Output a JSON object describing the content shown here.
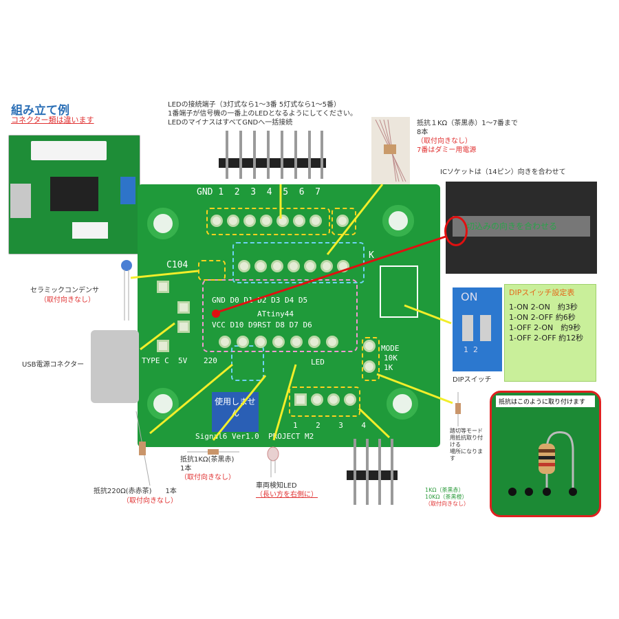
{
  "header": {
    "title": "組み立て例",
    "subtitle": "コネクター類は違います"
  },
  "callouts": {
    "led_terminal": [
      "LEDの接続端子（3灯式なら1〜3番 5灯式なら1〜5番）",
      "1番端子が信号機の一番上のLEDとなるようにしてください。",
      "LEDのマイナスはすべてGNDへ一括接続"
    ],
    "resistor_1k_7": [
      "抵抗１KΩ（茶黒赤）1〜7番まで",
      "8本"
    ],
    "resistor_1k_7_note": [
      "（取付向きなし）",
      "7番はダミー用電源"
    ],
    "ic_socket": "ICソケットは（14ピン）向きを合わせて",
    "ic_notch": "切込みの向きを合わせる",
    "ceramic_cap": "セラミックコンデンサ",
    "ceramic_cap_note": "（取付向きなし）",
    "usb_connector": "USB電源コネクター",
    "resistor_1k_single": [
      "抵抗1KΩ(茶黒赤)",
      "1本"
    ],
    "resistor_1k_single_note": "（取付向きなし）",
    "resistor_220": "抵抗220Ω(赤赤茶)　　1本",
    "resistor_220_note": "（取付向きなし）",
    "detect_led": "車両検知LED",
    "detect_led_note": "（長い方を右側に）",
    "dip_switch": "DIPスイッチ",
    "mode_resistor": [
      "踏切等モード",
      "用抵抗取り付",
      "ける",
      "場所になりま",
      "す"
    ],
    "mode_resistor_values": [
      "1KΩ（茶黒赤）",
      "10KΩ（茶黒橙）"
    ],
    "mode_resistor_note": "（取付向きなし）",
    "resistor_install_note": "抵抗はこのように取り付けます"
  },
  "dip_table": {
    "title": "DIPスイッチ設定表",
    "rows": [
      "1-ON  2-ON　約3秒",
      "1-ON  2-OFF 約6秒",
      "1-OFF 2-ON　約9秒",
      "1-OFF 2-OFF 約12秒"
    ]
  },
  "pcb": {
    "gnd_row": "GND 1  2  3  4  5  6  7",
    "cap_label": "C104",
    "ic_top": "GND D0 D1 D2 D3 D4 D5",
    "ic_name": "ATtiny44",
    "ic_bottom": "VCC D10 D9RST D8 D7 D6",
    "type_c": "TYPE C  5V",
    "r220": "220",
    "led": "LED",
    "mode": "MODE",
    "tenk": "10K",
    "onek": "1K",
    "bottom_nums": "1    2    3    4",
    "board_name": "Signal6 Ver1.0  PROJECT M2",
    "unused": "使用しません",
    "k_mark": "K",
    "switch_on": "ON",
    "switch_nums": "1  2"
  }
}
